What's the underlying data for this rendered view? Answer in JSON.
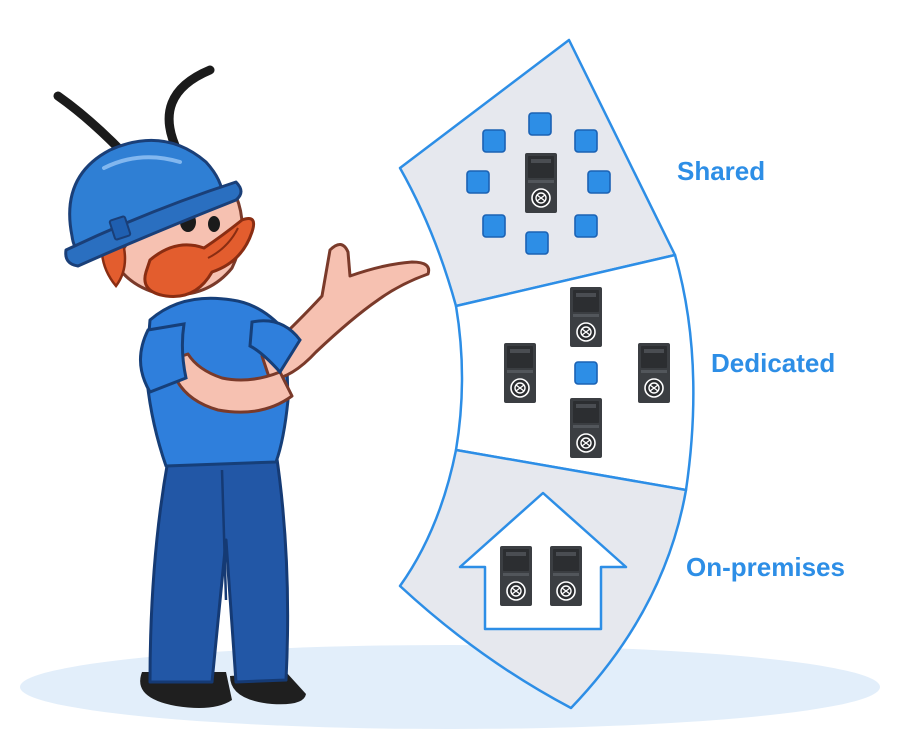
{
  "tiers": [
    {
      "id": "shared",
      "label": "Shared"
    },
    {
      "id": "dedicated",
      "label": "Dedicated"
    },
    {
      "id": "on-premises",
      "label": "On-premises"
    }
  ],
  "colors": {
    "accent": "#2d8ee6",
    "tier_fill_dark": "#e6e8ee",
    "tier_fill_light": "#ffffff",
    "ground_shadow": "#e2eefa",
    "shirt": "#2f7fdc",
    "pants": "#2257a6",
    "helmet": "#2f7fd4",
    "hair": "#e35d2e",
    "skin": "#f6c1b1",
    "server_body": "#3d4043"
  },
  "icons": {
    "server": "server-rack-icon",
    "instance": "blue-square-instance-icon",
    "house": "house-outline-icon",
    "mascot": "engineer-mascot-illustration"
  }
}
